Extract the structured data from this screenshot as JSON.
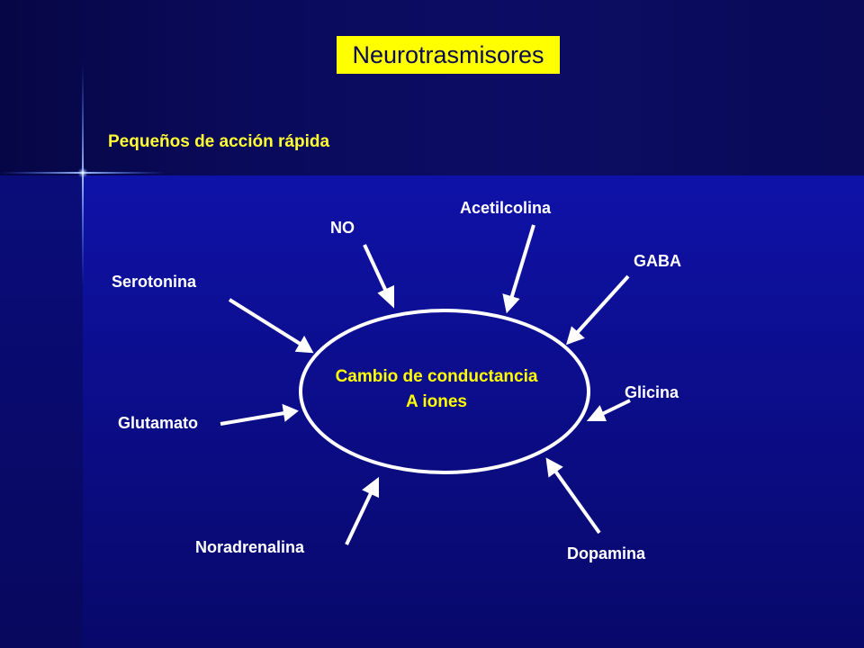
{
  "title": "Neurotrasmisores",
  "subtitle": "Pequeños de acción rápida",
  "center": {
    "line1": "Cambio de conductancia",
    "line2": "A iones"
  },
  "neurotransmitters": {
    "no": "NO",
    "acetilcolina": "Acetilcolina",
    "gaba": "GABA",
    "serotonina": "Serotonina",
    "glicina": "Glicina",
    "glutamato": "Glutamato",
    "noradrenalina": "Noradrenalina",
    "dopamina": "Dopamina"
  },
  "colors": {
    "title_bg": "#ffff00",
    "subtitle": "#ffff33",
    "labels": "#ffffff",
    "center_text": "#ffff00"
  }
}
